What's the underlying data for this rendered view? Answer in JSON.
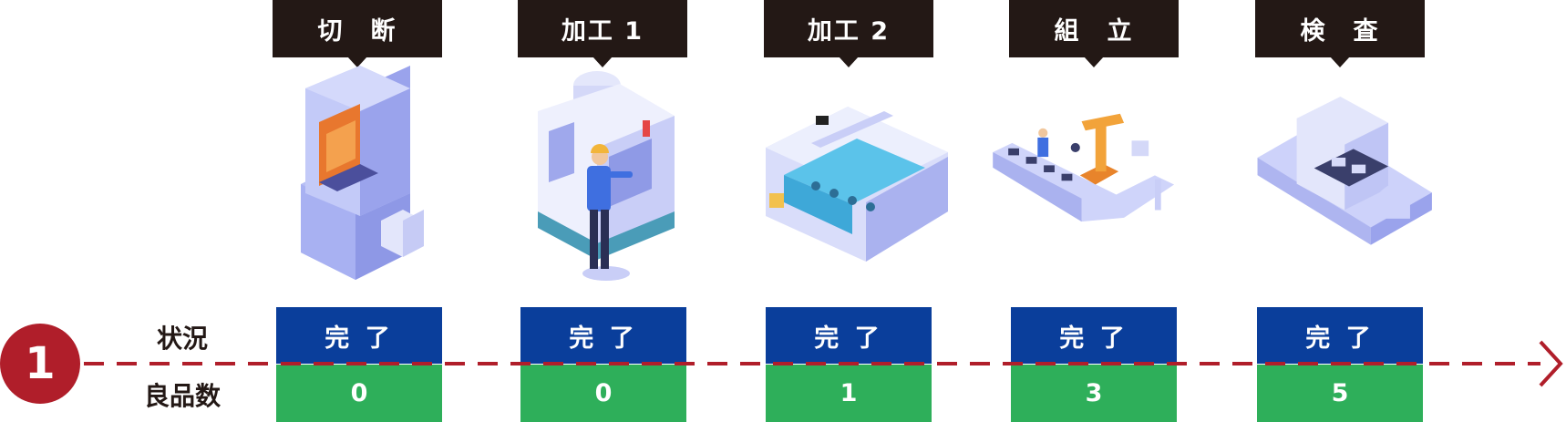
{
  "line": {
    "number": "1"
  },
  "row_labels": {
    "status": "状況",
    "good_count": "良品数"
  },
  "colors": {
    "label_bg": "#231815",
    "status_bg": "#0a3e9b",
    "count_bg": "#2eaf5a",
    "accent_red": "#b01e2a"
  },
  "stages": [
    {
      "label": "切　断",
      "status": "完 了",
      "good_count": "0",
      "icon": "press-machine-icon"
    },
    {
      "label": "加工 1",
      "status": "完 了",
      "good_count": "0",
      "icon": "cnc-machine-operator-icon"
    },
    {
      "label": "加工 2",
      "status": "完 了",
      "good_count": "1",
      "icon": "washing-tank-machine-icon"
    },
    {
      "label": "組　立",
      "status": "完 了",
      "good_count": "3",
      "icon": "robot-arm-conveyor-icon"
    },
    {
      "label": "検　査",
      "status": "完 了",
      "good_count": "5",
      "icon": "inspection-scanner-icon"
    }
  ]
}
